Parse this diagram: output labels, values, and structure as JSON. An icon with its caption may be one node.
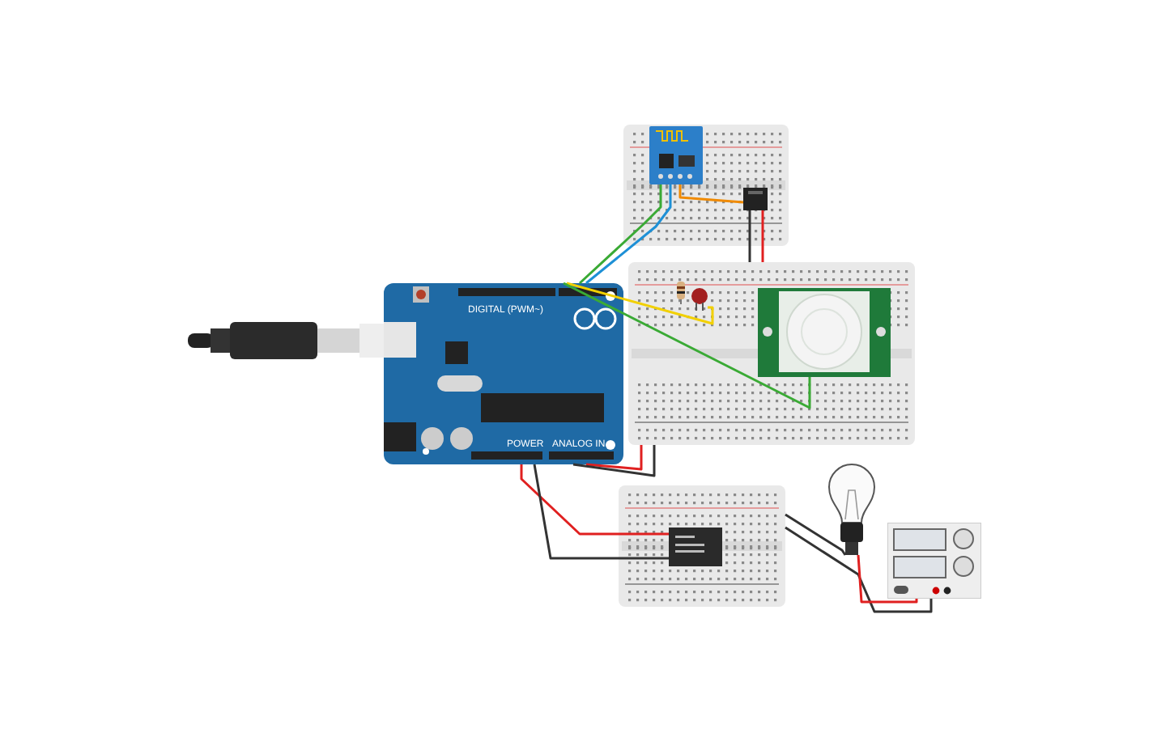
{
  "diagram": {
    "nodes": [
      {
        "text": [],
        "shape": "picture"
      },
      {
        "text": [
          "DIGITAL (PWM~)",
          "POWER",
          "ANALOG IN"
        ]
      },
      {
        "text": [],
        "shape": "picture"
      },
      {
        "text": [],
        "shape": "picture",
        "in": 2
      },
      {
        "text": [],
        "shape": "picture",
        "in": 2
      },
      {
        "text": [],
        "shape": "picture"
      },
      {
        "text": [],
        "shape": "picture",
        "in": 5
      },
      {
        "text": [],
        "shape": "picture",
        "in": 5
      },
      {
        "text": [],
        "shape": "picture",
        "in": 5
      },
      {
        "text": [],
        "shape": "picture"
      },
      {
        "text": [],
        "shape": "picture",
        "in": 9
      },
      {
        "text": [],
        "shape": "picture"
      },
      {
        "text": [],
        "shape": "picture"
      }
    ],
    "edges": [
      {
        "from": 1,
        "to": 3,
        "arrow": "none",
        "color": "#3aaa35"
      },
      {
        "from": 1,
        "to": 3,
        "arrow": "none",
        "color": "#1e90d6"
      },
      {
        "from": 1,
        "to": 7,
        "arrow": "none",
        "color": "#f2d000"
      },
      {
        "from": 1,
        "to": 8,
        "arrow": "none",
        "color": "#3aaa35"
      },
      {
        "from": 1,
        "to": 5,
        "arrow": "none",
        "color": "#e02020"
      },
      {
        "from": 1,
        "to": 5,
        "arrow": "none"
      },
      {
        "from": 1,
        "to": 10,
        "arrow": "none",
        "color": "#e02020"
      },
      {
        "from": 1,
        "to": 10,
        "arrow": "none"
      },
      {
        "from": 4,
        "to": 5,
        "arrow": "none"
      },
      {
        "from": 4,
        "to": 5,
        "arrow": "none",
        "color": "#e02020"
      },
      {
        "from": 3,
        "to": 4,
        "arrow": "none",
        "color": "#f08a00"
      },
      {
        "from": 9,
        "to": 11,
        "arrow": "none"
      },
      {
        "from": 9,
        "to": 12,
        "arrow": "none"
      },
      {
        "from": 11,
        "to": 12,
        "arrow": "none",
        "color": "#e02020"
      }
    ]
  }
}
